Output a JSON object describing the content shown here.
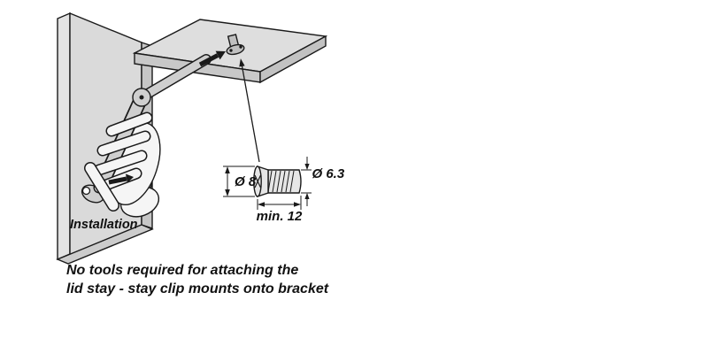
{
  "figure": {
    "installation_label": "Installation",
    "caption": {
      "line1": "No tools required for attaching the",
      "line2": "lid stay - stay clip mounts onto bracket"
    },
    "screw": {
      "head_diameter_label": "Ø 8",
      "thread_diameter_label": "Ø 6.3",
      "min_depth_label": "min. 12"
    },
    "colors": {
      "background": "#ffffff",
      "panel_fill": "#dadada",
      "panel_edge_fill": "#c6c6c6",
      "metal_fill": "#cfcfcf",
      "hand_fill": "#f5f5f5",
      "outline": "#1a1a1a",
      "text": "#111111"
    },
    "icons": {
      "top_attach": "attach-arrow-icon",
      "side_attach": "attach-arrow-icon",
      "screw_pointer": "leader-arrow-icon"
    }
  }
}
